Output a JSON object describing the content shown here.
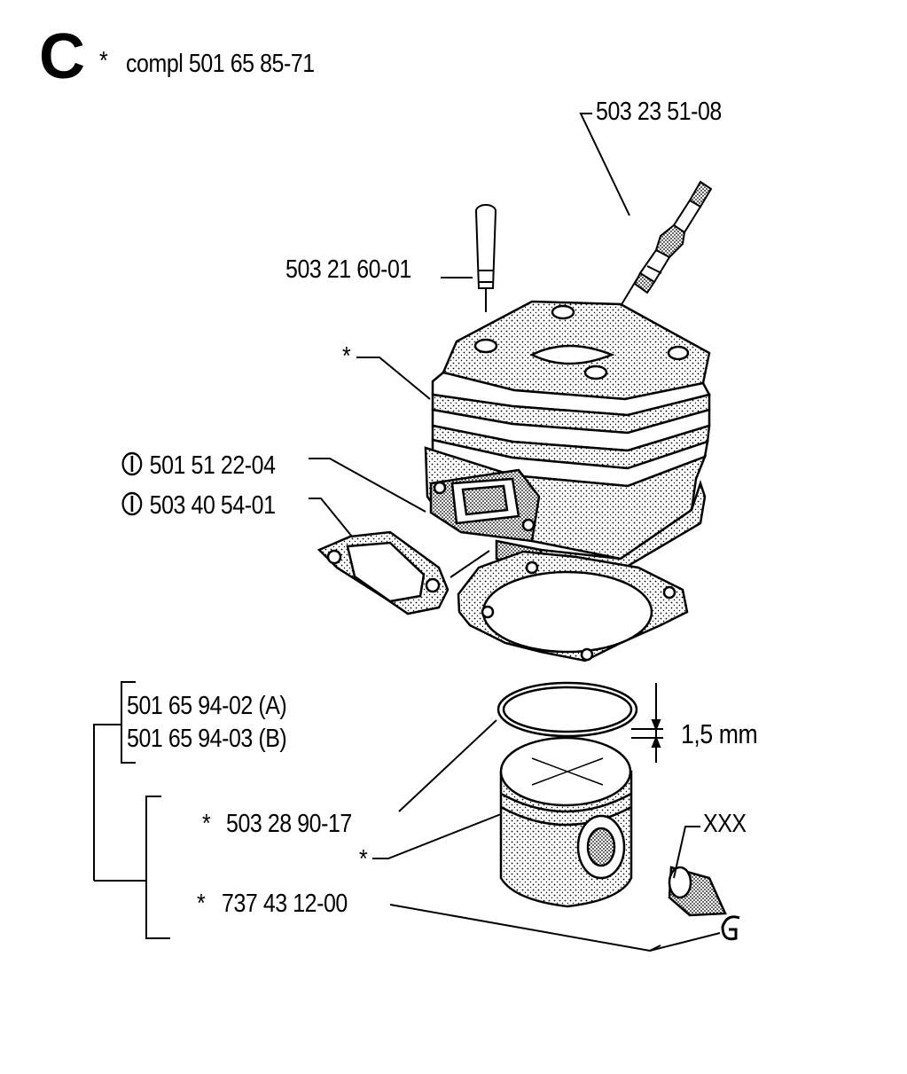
{
  "section_letter": "C",
  "kit": {
    "star": "*",
    "text": "compl 501 65 85-71"
  },
  "parts": {
    "spark_plug": "503 23 51-08",
    "cylinder_bolt": "503 21 60-01",
    "cylinder_star": "*",
    "gasket_a": "501 51 22-04",
    "gasket_b": "503 40 54-01",
    "ring_a": "501 65 94-02 (A)",
    "ring_b": "501 65 94-03 (B)",
    "ring_size": "1,5 mm",
    "piston_star": "*",
    "piston": "503 28 90-17",
    "piston_dash_star": "*",
    "bearing": "XXX",
    "circlip_star": "*",
    "circlip": "737 43 12-00"
  },
  "icons": {
    "gasket_note": "circled-1-icon"
  },
  "colors": {
    "ink": "#000000",
    "paper": "#ffffff",
    "shade": "#9a9a9a"
  }
}
